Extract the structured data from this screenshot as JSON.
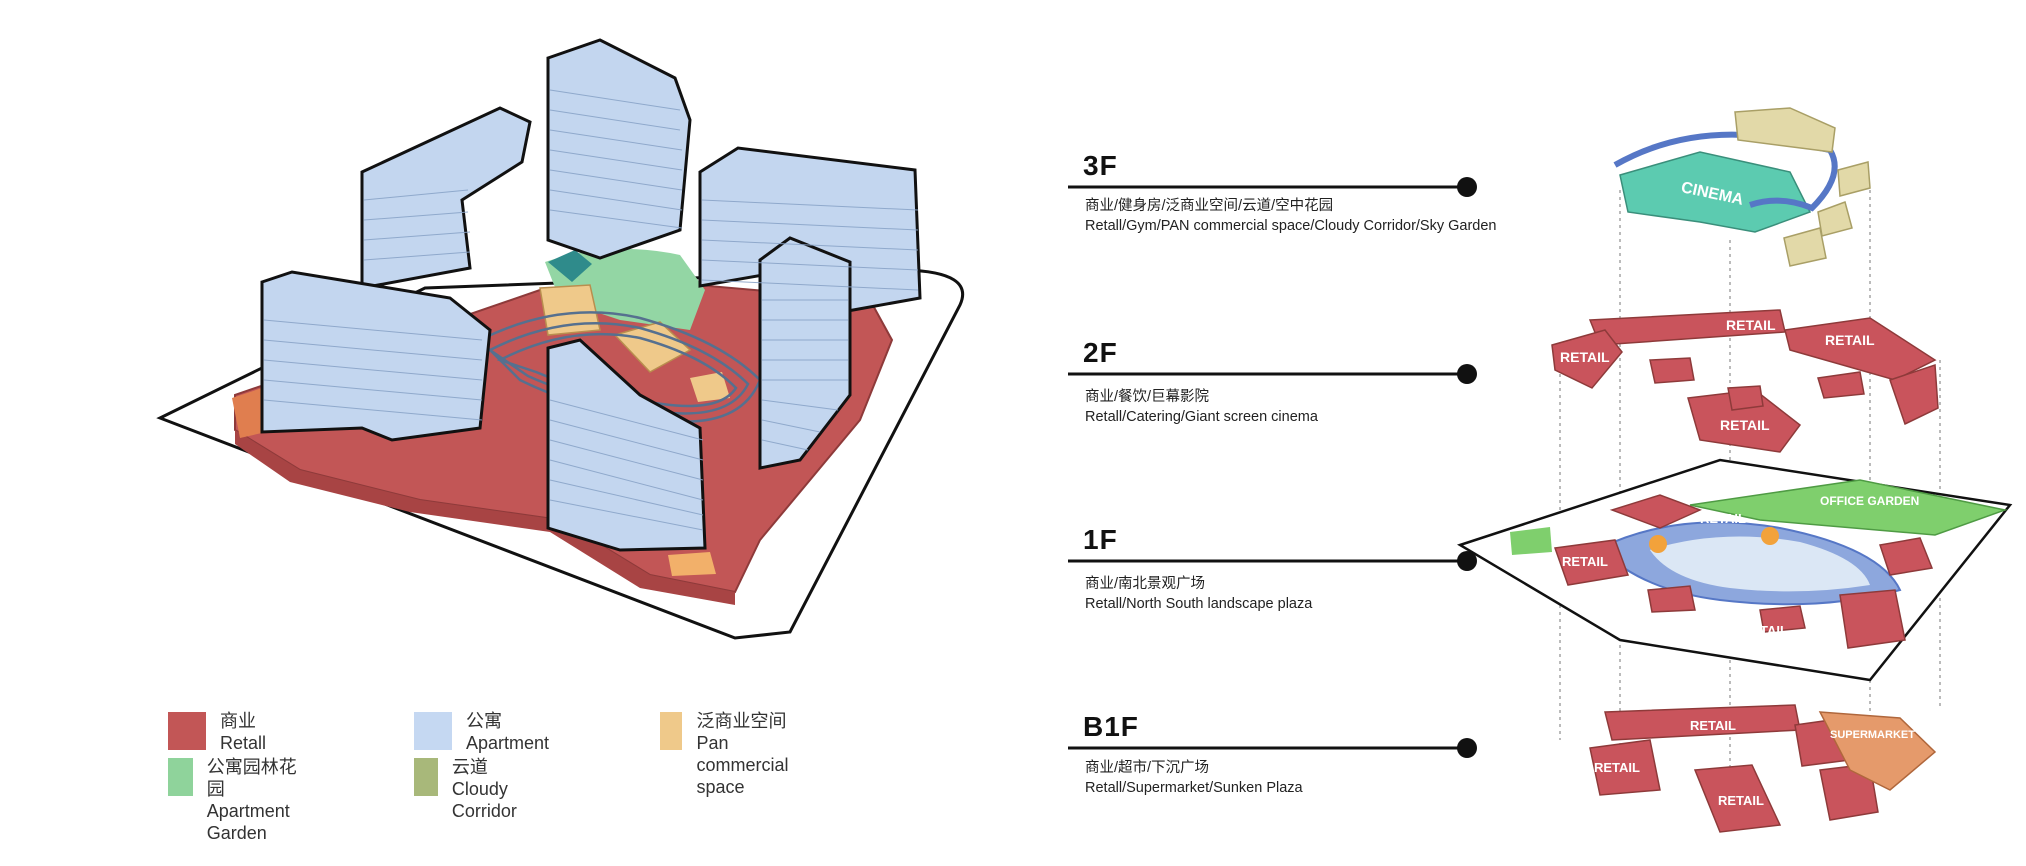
{
  "legend": [
    {
      "zh": "商业",
      "en": "Retall",
      "color": "#c25656"
    },
    {
      "zh": "公寓",
      "en": "Apartment",
      "color": "#c5d8f2"
    },
    {
      "zh": "泛商业空间",
      "en": "Pan commercial space",
      "color": "#efc98a"
    },
    {
      "zh": "公寓园林花园",
      "en": "Apartment Garden",
      "color": "#8fd39b"
    },
    {
      "zh": "云道",
      "en": "Cloudy Corridor",
      "color": "#a8b87a"
    }
  ],
  "floors": [
    {
      "name": "3F",
      "zh": "商业/健身房/泛商业空间/云道/空中花园",
      "en": "Retall/Gym/PAN commercial space/Cloudy Corridor/Sky Garden"
    },
    {
      "name": "2F",
      "zh": "商业/餐饮/巨幕影院",
      "en": "Retall/Catering/Giant screen cinema"
    },
    {
      "name": "1F",
      "zh": "商业/南北景观广场",
      "en": "Retall/North South landscape plaza"
    },
    {
      "name": "B1F",
      "zh": "商业/超市/下沉广场",
      "en": "Retall/Supermarket/Sunken Plaza"
    }
  ],
  "diagram_labels": {
    "cinema": "CINEMA",
    "retail": "RETAIL",
    "office_garden": "OFFICE GARDEN",
    "supermarket": "SUPERMARKET"
  },
  "colors": {
    "retail": "#c9545c",
    "apartment": "#c3d6ef",
    "pan_commercial": "#efc98a",
    "garden": "#8fd39b",
    "corridor": "#7f9bd6",
    "cinema": "#5ccbb0",
    "sand": "#e2d9a8"
  }
}
